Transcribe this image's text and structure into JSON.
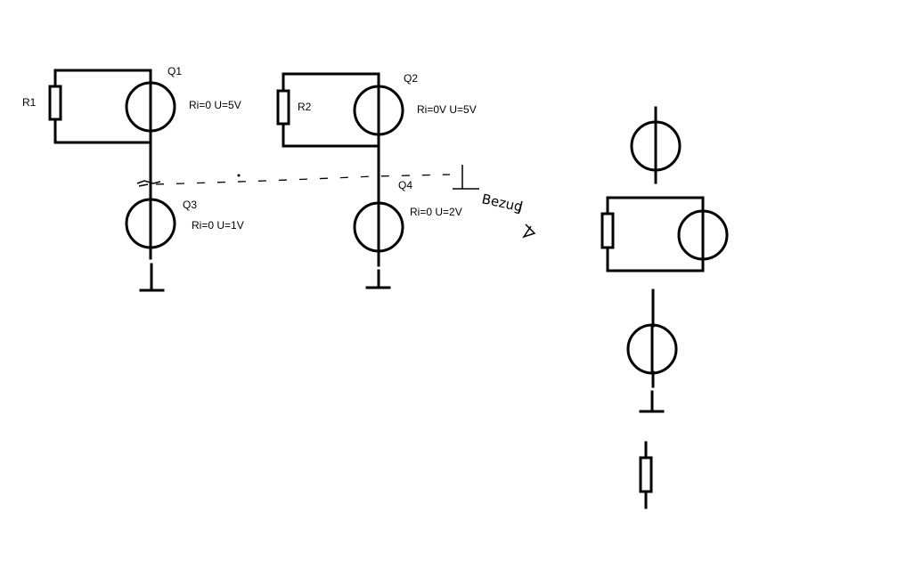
{
  "labels": {
    "r1": "R1",
    "r2": "R2",
    "q1": "Q1",
    "q2": "Q2",
    "q3": "Q3",
    "q4": "Q4",
    "q1_params": "Ri=0 U=5V",
    "q2_params": "Ri=0V U=5V",
    "q3_params": "Ri=0 U=1V",
    "q4_params": "Ri=0 U=2V",
    "bezug": "Bezug"
  },
  "icons": {
    "source": "voltage-source-icon",
    "resistor": "resistor-icon",
    "ground": "ground-icon"
  },
  "colors": {
    "ink": "#000000",
    "background": "#ffffff"
  }
}
